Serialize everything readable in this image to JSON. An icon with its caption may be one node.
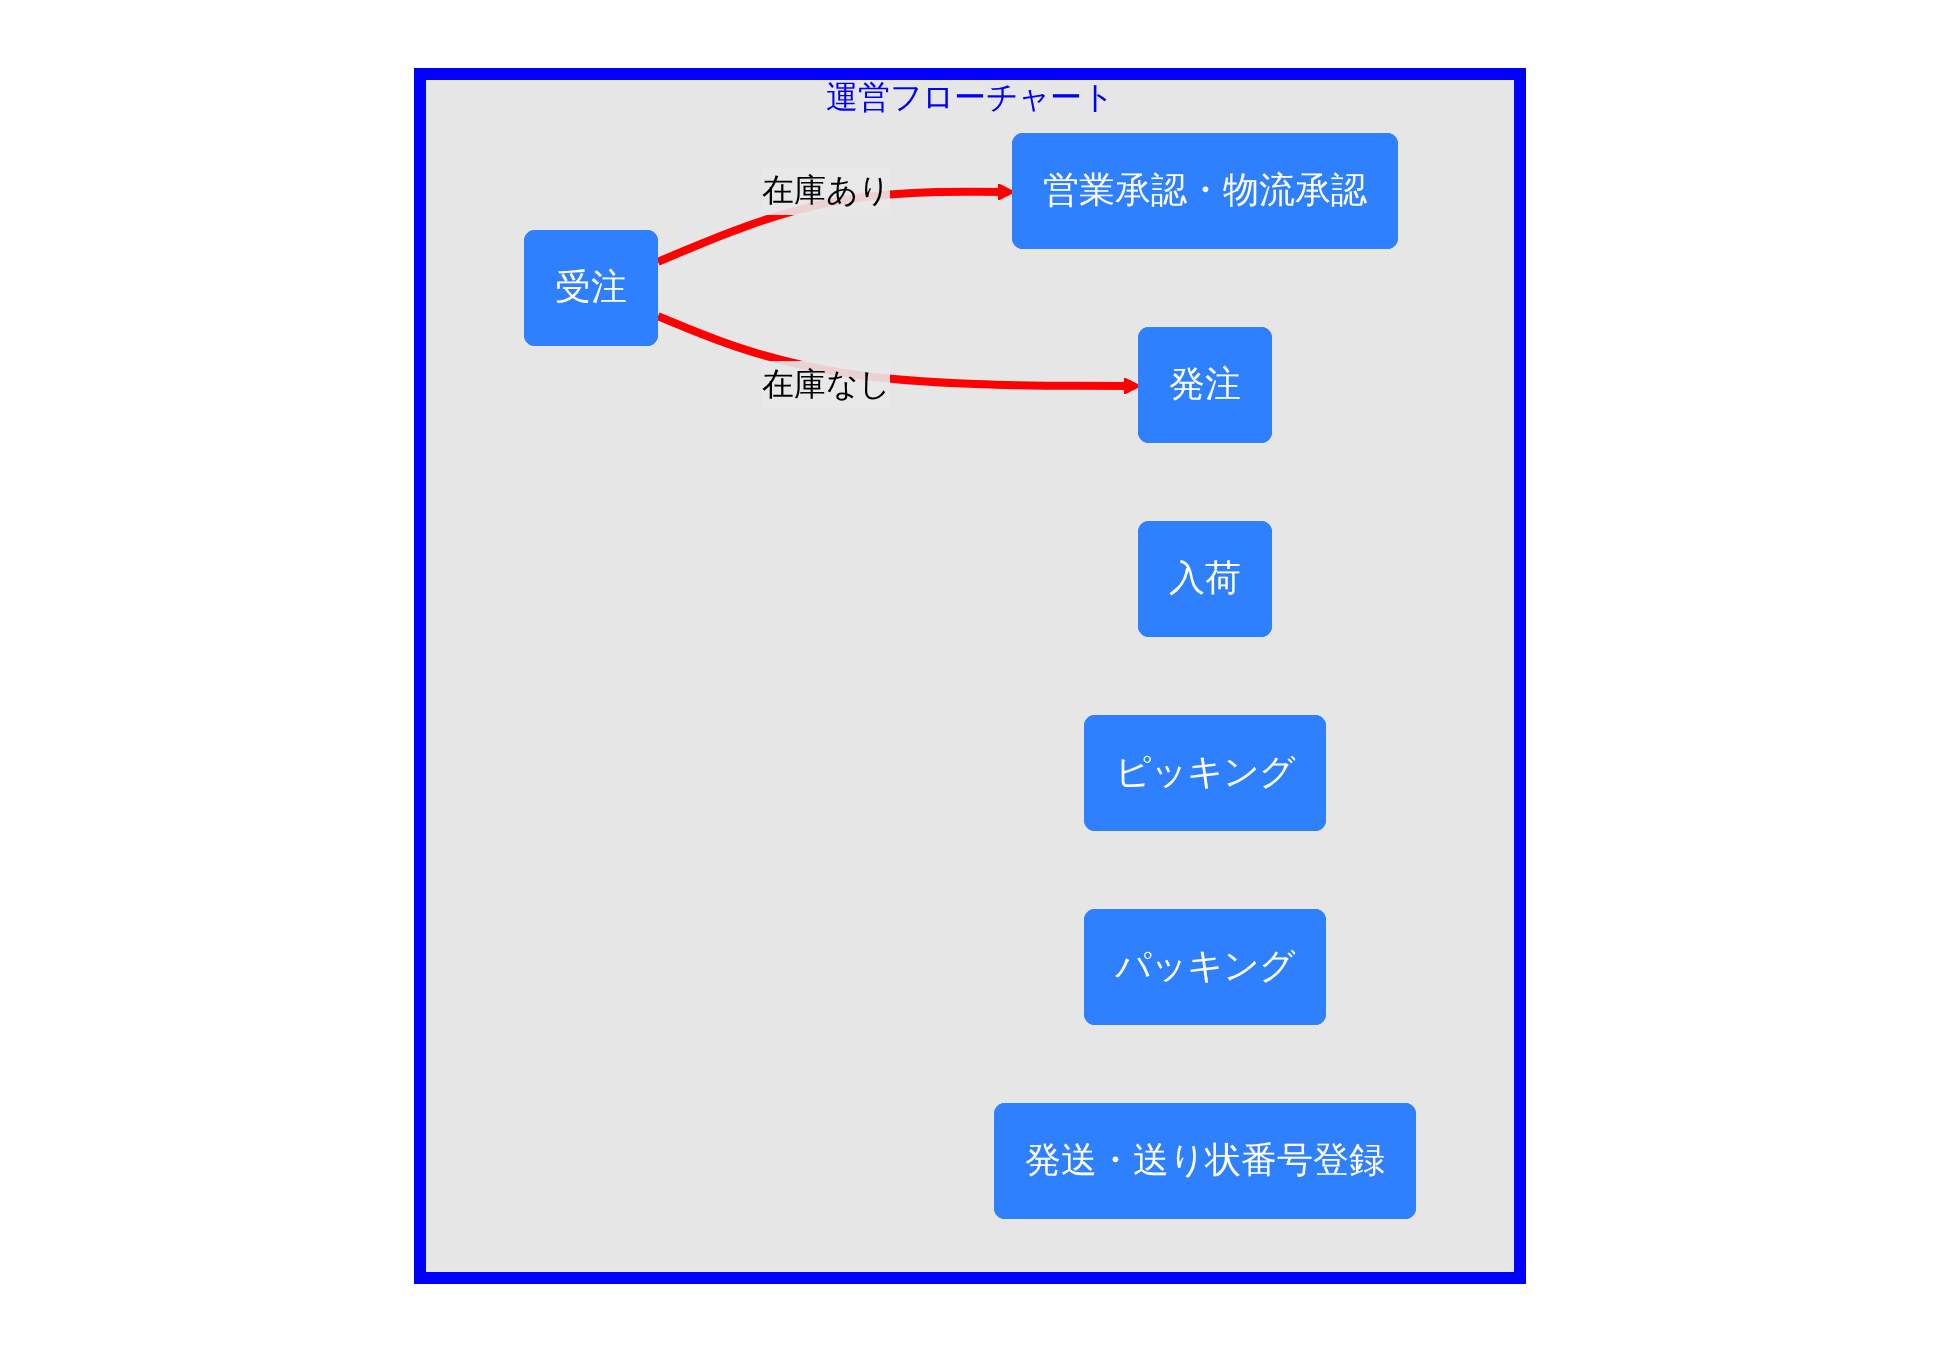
{
  "diagram": {
    "nodes": [
      {
        "text": [
          "運営フローチャート"
        ]
      },
      {
        "text": [
          "受注"
        ],
        "in": 0
      },
      {
        "text": [
          "発注"
        ],
        "in": 0
      },
      {
        "text": [
          "入荷"
        ],
        "in": 0
      },
      {
        "text": [
          "営業承認・物流承認"
        ],
        "in": 0
      },
      {
        "text": [
          "ピッキング"
        ],
        "in": 0
      },
      {
        "text": [
          "パッキング"
        ],
        "in": 0
      },
      {
        "text": [
          "発送・送り状番号登録"
        ],
        "in": 0
      }
    ],
    "edges": [
      {
        "from": 1,
        "to": 4,
        "arrow": "to",
        "label": "在庫あり"
      },
      {
        "from": 1,
        "to": 2,
        "arrow": "to",
        "label": "在庫なし"
      }
    ]
  }
}
